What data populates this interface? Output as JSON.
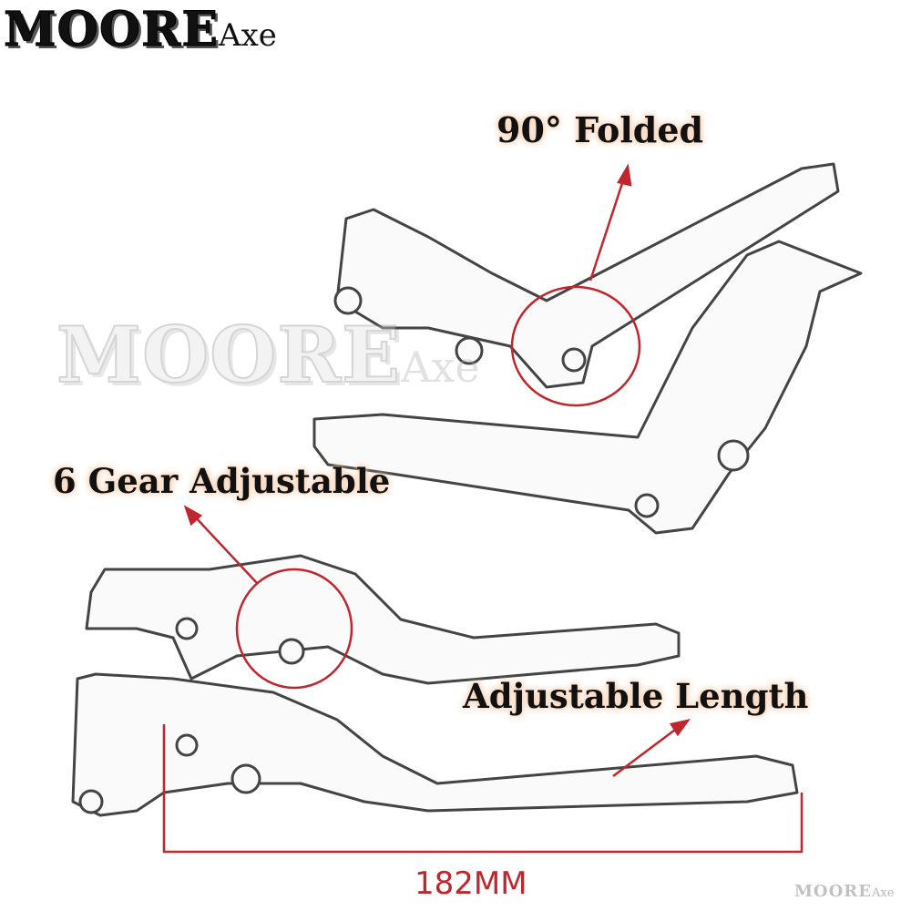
{
  "logo": {
    "main": "MOORE",
    "suffix": "Axe"
  },
  "watermark": {
    "main": "MOORE",
    "suffix": "Axe"
  },
  "corner_logo": {
    "main": "MOORE",
    "suffix": "Axe"
  },
  "annotations": {
    "folded": "90°  Folded",
    "gear": "6 Gear Adjustable",
    "length": "Adjustable Length",
    "dimension": "182MM"
  },
  "colors": {
    "annotation_red": "#c0262d",
    "outline": "#444444",
    "glow": "#f6c9a8"
  }
}
